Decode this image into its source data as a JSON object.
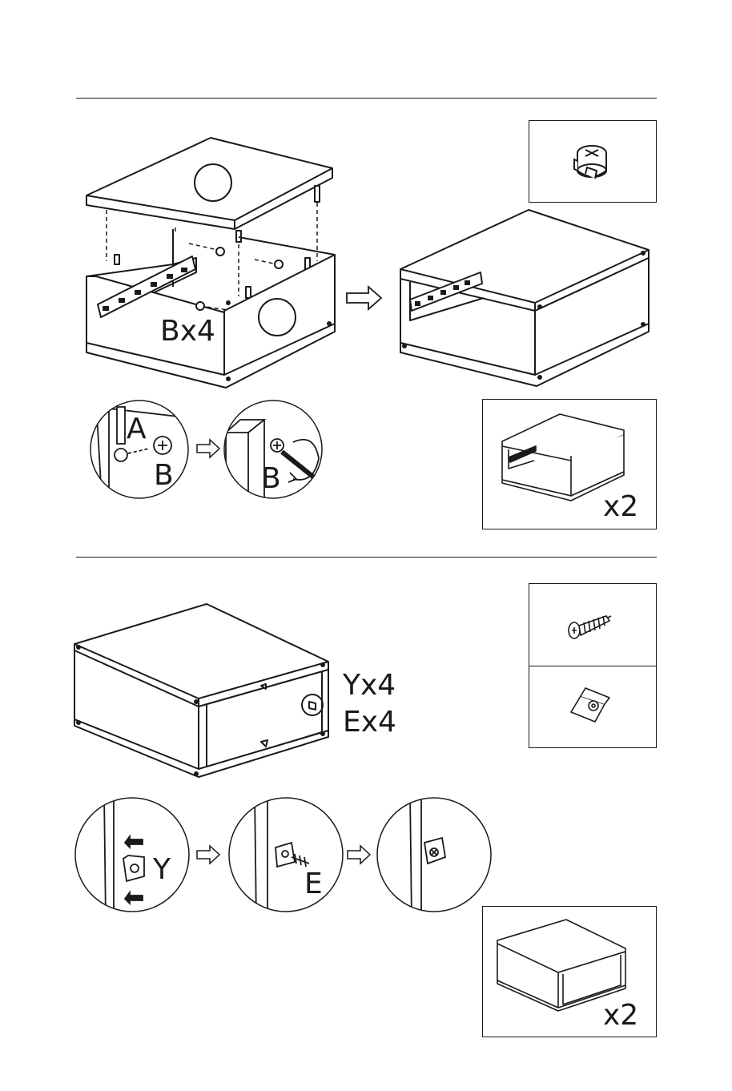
{
  "step1": {
    "qty_label": "Bx4",
    "detail_a_label": "A",
    "detail_b_label": "B",
    "detail_b2_label": "B",
    "result_multiplier": "x2"
  },
  "step2": {
    "qty_label_y": "Yx4",
    "qty_label_e": "Ex4",
    "detail_y_label": "Y",
    "detail_e_label": "E",
    "result_multiplier": "x2"
  },
  "hardware": {
    "cam_lock": "cam-lock-fitting",
    "screw": "wood-screw",
    "corner_bracket": "corner-bracket"
  }
}
